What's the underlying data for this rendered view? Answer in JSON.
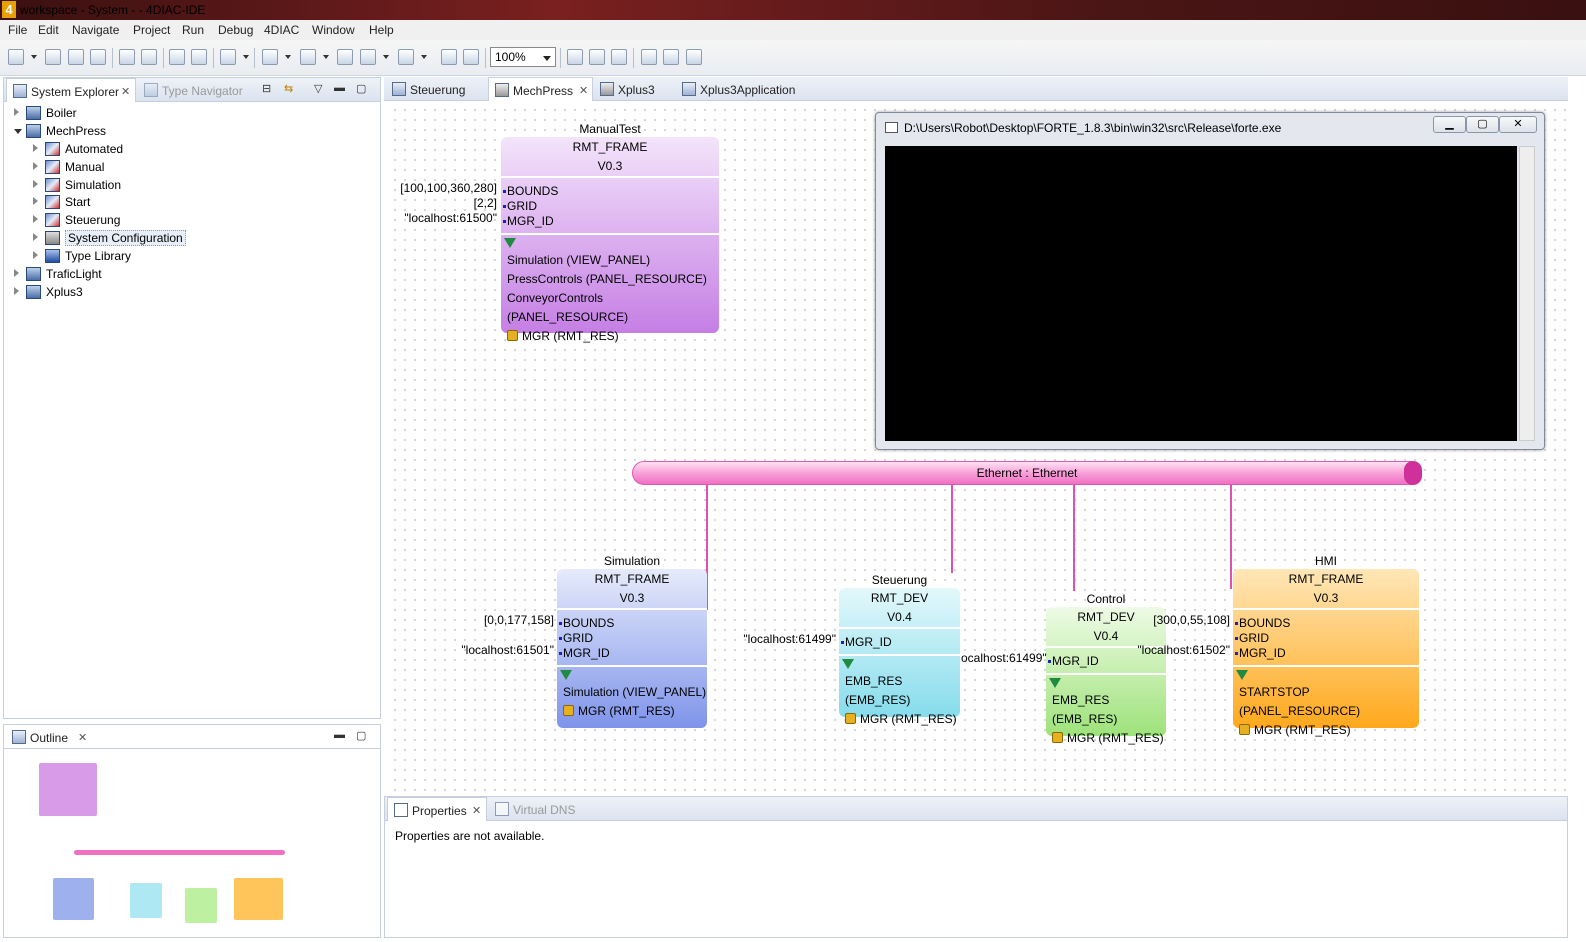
{
  "window": {
    "title": "workspace - System - - 4DIAC-IDE",
    "logo": "4"
  },
  "menu": [
    "File",
    "Edit",
    "Navigate",
    "Project",
    "Run",
    "Debug",
    "4DIAC",
    "Window",
    "Help"
  ],
  "toolbar": {
    "zoom": "100%"
  },
  "explorer": {
    "tabs": [
      {
        "label": "System Explorer",
        "icon": "system-explorer-icon"
      },
      {
        "label": "Type Navigator",
        "icon": "type-navigator-icon"
      }
    ],
    "tree": [
      {
        "label": "Boiler",
        "level": 0,
        "expanded": false
      },
      {
        "label": "MechPress",
        "level": 0,
        "expanded": true
      },
      {
        "label": "Automated",
        "level": 1
      },
      {
        "label": "Manual",
        "level": 1
      },
      {
        "label": "Simulation",
        "level": 1
      },
      {
        "label": "Start",
        "level": 1
      },
      {
        "label": "Steuerung",
        "level": 1
      },
      {
        "label": "System Configuration",
        "level": 1,
        "selected": true
      },
      {
        "label": "Type Library",
        "level": 1
      },
      {
        "label": "TraficLight",
        "level": 0
      },
      {
        "label": "Xplus3",
        "level": 0
      }
    ]
  },
  "outline": {
    "tab": "Outline"
  },
  "editor": {
    "tabs": [
      {
        "label": "Steuerung",
        "active": false
      },
      {
        "label": "MechPress",
        "active": true
      },
      {
        "label": "Xplus3",
        "active": false
      },
      {
        "label": "Xplus3Application",
        "active": false
      }
    ]
  },
  "console": {
    "title": "D:\\Users\\Robot\\Desktop\\FORTE_1.8.3\\bin\\win32\\src\\Release\\forte.exe"
  },
  "bus": {
    "label": "Ethernet : Ethernet"
  },
  "devices": {
    "manualtest": {
      "name": "ManualTest",
      "type": "RMT_FRAME",
      "version": "V0.3",
      "inputs": [
        "BOUNDS",
        "GRID",
        "MGR_ID"
      ],
      "values": [
        "[100,100,360,280]",
        "[2,2]",
        "\"localhost:61500\""
      ],
      "resources": [
        "Simulation  (VIEW_PANEL)",
        "PressControls  (PANEL_RESOURCE)",
        "ConveyorControls  (PANEL_RESOURCE)",
        "MGR  (RMT_RES)"
      ],
      "color": "#d79be8"
    },
    "simulation": {
      "name": "Simulation",
      "type": "RMT_FRAME",
      "version": "V0.3",
      "inputs": [
        "BOUNDS",
        "GRID",
        "MGR_ID"
      ],
      "values": [
        "[0,0,177,158]",
        "",
        "\"localhost:61501\""
      ],
      "resources": [
        "Simulation  (VIEW_PANEL)",
        "MGR  (RMT_RES)"
      ],
      "color": "#9fb0ee"
    },
    "steuerung": {
      "name": "Steuerung",
      "type": "RMT_DEV",
      "version": "V0.4",
      "inputs": [
        "MGR_ID"
      ],
      "values": [
        "\"localhost:61499\""
      ],
      "resources": [
        "EMB_RES  (EMB_RES)",
        "MGR  (RMT_RES)"
      ],
      "color": "#aee8f2"
    },
    "control": {
      "name": "Control",
      "type": "RMT_DEV",
      "version": "V0.4",
      "inputs": [
        "MGR_ID"
      ],
      "values": [
        "ocalhost:61499\""
      ],
      "resources": [
        "EMB_RES  (EMB_RES)",
        "MGR  (RMT_RES)"
      ],
      "color": "#bdf0a0"
    },
    "hmi": {
      "name": "HMI",
      "type": "RMT_FRAME",
      "version": "V0.3",
      "inputs": [
        "BOUNDS",
        "GRID",
        "MGR_ID"
      ],
      "values": [
        "[300,0,55,108]",
        "",
        "\"localhost:61502\""
      ],
      "resources": [
        "STARTSTOP  (PANEL_RESOURCE)",
        "MGR  (RMT_RES)"
      ],
      "color": "#ffc45a"
    }
  },
  "bottom": {
    "tabs": [
      {
        "label": "Properties",
        "active": true
      },
      {
        "label": "Virtual DNS",
        "active": false
      }
    ],
    "message": "Properties are not available."
  }
}
